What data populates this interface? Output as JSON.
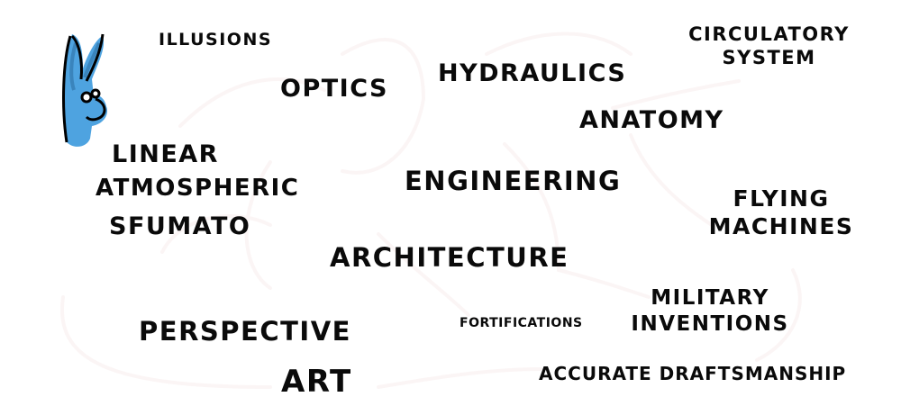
{
  "diagram": {
    "title_center": "Engineering",
    "accent_color": "#4ea3e0",
    "ink_color": "#0a0a0a",
    "words": {
      "illusions": "ILLUSIONS",
      "optics": "OPTICS",
      "hydraulics": "HYDRAULICS",
      "circulatory_1": "CIRCULATORY",
      "circulatory_2": "SYSTEM",
      "anatomy": "ANATOMY",
      "linear": "LINEAR",
      "atmospheric": "ATMOSPHERIC",
      "sfumato": "SFUMATO",
      "engineering": "ENGINEERING",
      "flying_1": "FLYING",
      "flying_2": "MACHINES",
      "architecture": "ARCHITECTURE",
      "military_1": "MILITARY",
      "military_2": "INVENTIONS",
      "fortifications": "FORTIFICATIONS",
      "perspective": "PERSPECTIVE",
      "art": "ART",
      "draftsmanship": "ACCURATE DRAFTSMANSHIP"
    },
    "mascot": "blue-rabbit-icon"
  }
}
